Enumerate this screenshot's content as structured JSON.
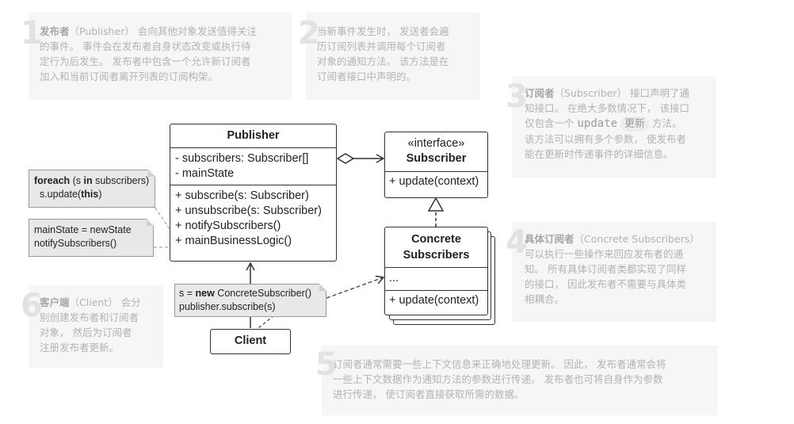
{
  "notes": [
    {
      "num": "1",
      "bold": "发布者",
      "lines": [
        "（Publisher） 会向其他对象发送值得关注",
        "的事件。 事件会在发布者自身状态改变或执行待",
        "定行为后发生。 发布者中包含一个允许新订阅者",
        "加入和当前订阅者离开列表的订阅构架。"
      ]
    },
    {
      "num": "2",
      "bold": "",
      "lines": [
        "当新事件发生时， 发送者会遍",
        "历订阅列表并调用每个订阅者",
        "对象的通知方法。 该方法是在",
        "订阅者接口中声明的。"
      ]
    },
    {
      "num": "3",
      "bold": "订阅者",
      "pre": "（Subscriber） 接口声明了通",
      "line2": "知接口。 在绝大多数情况下， 该接口",
      "line3a": "仅包含一个 ",
      "code": "update",
      "pill": "更新",
      "line3b": " 方法。",
      "line4": "该方法可以拥有多个参数， 使发布者",
      "line5": "能在更新时传递事件的详细信息。"
    },
    {
      "num": "4",
      "bold": "具体订阅者",
      "lines": [
        "（Concrete Subscribers）",
        "可以执行一些操作来回应发布者的通",
        "知。 所有具体订阅者类都实现了同样",
        "的接口， 因此发布者不需要与具体类",
        "相耦合。"
      ]
    },
    {
      "num": "5",
      "bold": "",
      "lines": [
        "订阅者通常需要一些上下文信息来正确地处理更新。 因此， 发布者通常会将",
        "一些上下文数据作为通知方法的参数进行传递。 发布者也可将自身作为参数",
        "进行传递， 使订阅者直接获取所需的数据。"
      ]
    },
    {
      "num": "6",
      "bold": "客户端",
      "lines": [
        "（Client） 会分",
        "别创建发布者和订阅者",
        "对象， 然后为订阅者",
        "注册发布者更新。"
      ]
    }
  ],
  "publisher": {
    "title": "Publisher",
    "fields": [
      "- subscribers: Subscriber[]",
      "- mainState"
    ],
    "methods": [
      "+ subscribe(s: Subscriber)",
      "+ unsubscribe(s: Subscriber)",
      "+ notifySubscribers()",
      "+ mainBusinessLogic()"
    ]
  },
  "subscriber": {
    "stereotype": "«interface»",
    "title": "Subscriber",
    "methods": [
      "+ update(context)"
    ]
  },
  "concrete": {
    "title_line1": "Concrete",
    "title_line2": "Subscribers",
    "fields": [
      "..."
    ],
    "methods": [
      "+ update(context)"
    ]
  },
  "client": {
    "title": "Client"
  },
  "code_foreach": {
    "kw1": "foreach",
    "mid1": " (s ",
    "kw2": "in",
    "mid2": " subscribers)",
    "line2a": "  s.update(",
    "kw3": "this",
    "line2b": ")"
  },
  "code_main": {
    "line1": "mainState = newState",
    "line2": "notifySubscribers()"
  },
  "code_client": {
    "pre": "s = ",
    "kw": "new",
    "post": " ConcreteSubscriber()",
    "line2": "publisher.subscribe(s)"
  }
}
